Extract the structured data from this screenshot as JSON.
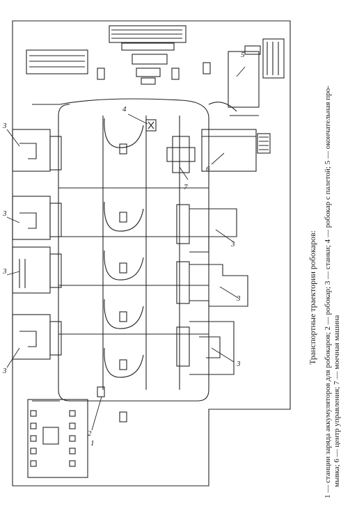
{
  "caption": {
    "title": "Транспортные траектории робокаров:",
    "line1": "1 — станции заряда аккумуляторов для робокаров; 2 — робокар; 3 — станки; 4 — робокар с палетой; 5 — окончательная про-",
    "line2": "мывка; 6 — центр управления; 7 — моечная машина"
  },
  "labels": {
    "l1": "1",
    "l2": "2",
    "l3": "3",
    "l4": "4",
    "l5": "5",
    "l6": "6",
    "l7": "7"
  }
}
